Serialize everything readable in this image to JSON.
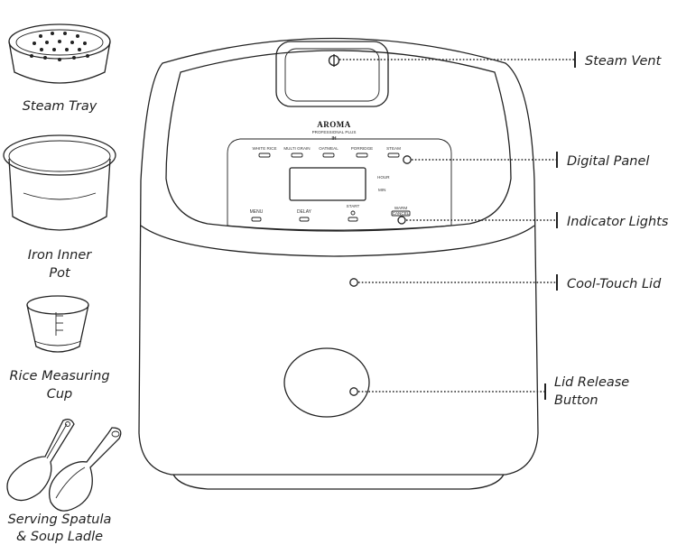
{
  "accessories": [
    {
      "name": "steam-tray",
      "lines": [
        "Steam Tray"
      ]
    },
    {
      "name": "inner-pot",
      "lines": [
        "Iron Inner",
        "Pot"
      ]
    },
    {
      "name": "measuring-cup",
      "lines": [
        "Rice Measuring",
        "Cup"
      ]
    },
    {
      "name": "spatula-ladle",
      "lines": [
        "Serving Spatula",
        "& Soup Ladle"
      ]
    }
  ],
  "callouts": [
    {
      "name": "steam-vent",
      "lines": [
        "Steam Vent"
      ]
    },
    {
      "name": "digital-panel",
      "lines": [
        "Digital Panel"
      ]
    },
    {
      "name": "indicator-lights",
      "lines": [
        "Indicator Lights"
      ]
    },
    {
      "name": "cool-touch-lid",
      "lines": [
        "Cool-Touch Lid"
      ]
    },
    {
      "name": "lid-release-button",
      "lines": [
        "Lid Release",
        "Button"
      ]
    }
  ],
  "panel": {
    "brand": "AROMA",
    "brand_sub": "PROFESSIONAL PLUS",
    "brand_model": "IH",
    "top_buttons": [
      "WHITE RICE",
      "MULTI GRAIN",
      "OATMEAL",
      "PORRIDGE",
      "STEAM"
    ],
    "hour_label": "HOUR",
    "min_label": "MIN",
    "bottom_buttons": [
      "MENU",
      "DELAY",
      "START",
      "WARM"
    ],
    "cancel_label": "CANCEL"
  }
}
